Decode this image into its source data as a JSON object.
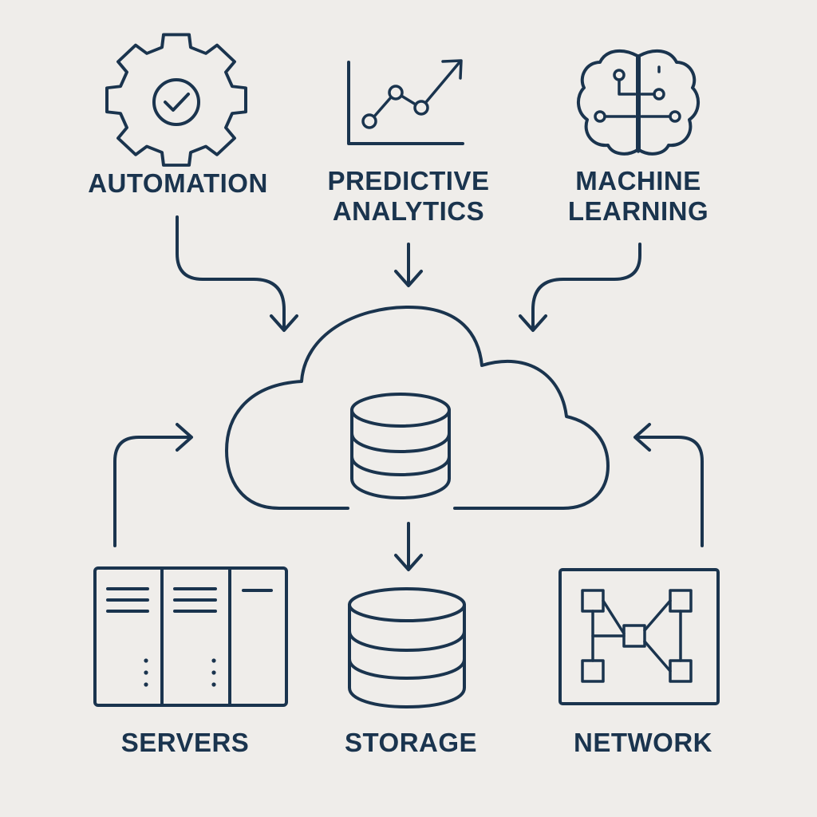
{
  "colors": {
    "ink": "#1a344e",
    "background": "#efedea"
  },
  "nodes": {
    "automation": {
      "label": "AUTOMATION",
      "icon": "gear-check-icon"
    },
    "predictive_analytics": {
      "line1": "PREDICTIVE",
      "line2": "ANALYTICS",
      "icon": "line-chart-icon"
    },
    "machine_learning": {
      "line1": "MACHINE",
      "line2": "LEARNING",
      "icon": "brain-circuit-icon"
    },
    "cloud": {
      "icon": "cloud-database-icon"
    },
    "servers": {
      "label": "SERVERS",
      "icon": "server-rack-icon"
    },
    "storage": {
      "label": "STORAGE",
      "icon": "database-icon"
    },
    "network": {
      "label": "NETWORK",
      "icon": "network-topology-icon"
    }
  }
}
